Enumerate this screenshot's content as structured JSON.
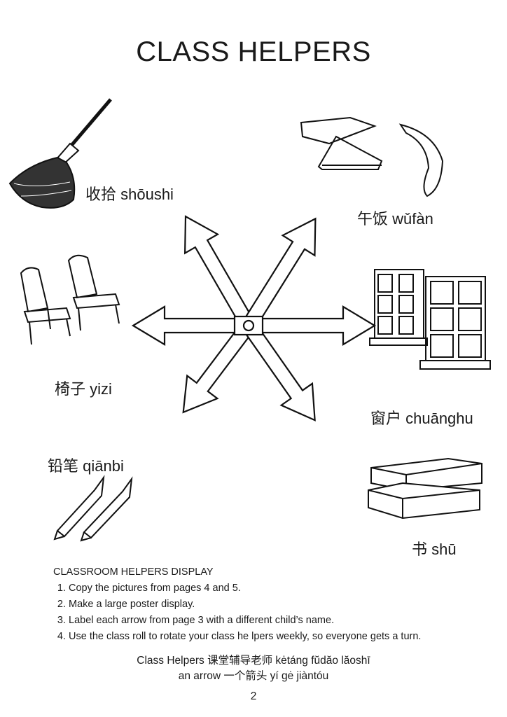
{
  "title": "CLASS HELPERS",
  "labels": {
    "tidy": "收拾 shōushi",
    "lunch": "午饭 wǔfàn",
    "chairs": "椅子 yizi",
    "window": "窗户 chuānghu",
    "pencil": "铅笔 qiānbi",
    "book": "书 shū"
  },
  "instructions": {
    "heading": "CLASSROOM HELPERS DISPLAY",
    "steps": [
      "Copy the pictures from pages 4 and 5.",
      "Make a large poster display.",
      "Label each arrow from page 3  with a different child’s name.",
      "Use the class roll to rotate your class he lpers weekly, so everyone gets a turn."
    ]
  },
  "footer": {
    "line1": "Class Helpers 课堂辅导老师 kėtáng fŭdăo lăoshī",
    "line2": "an arrow 一个箭头 yí gė jiàntóu",
    "page_number": "2"
  }
}
